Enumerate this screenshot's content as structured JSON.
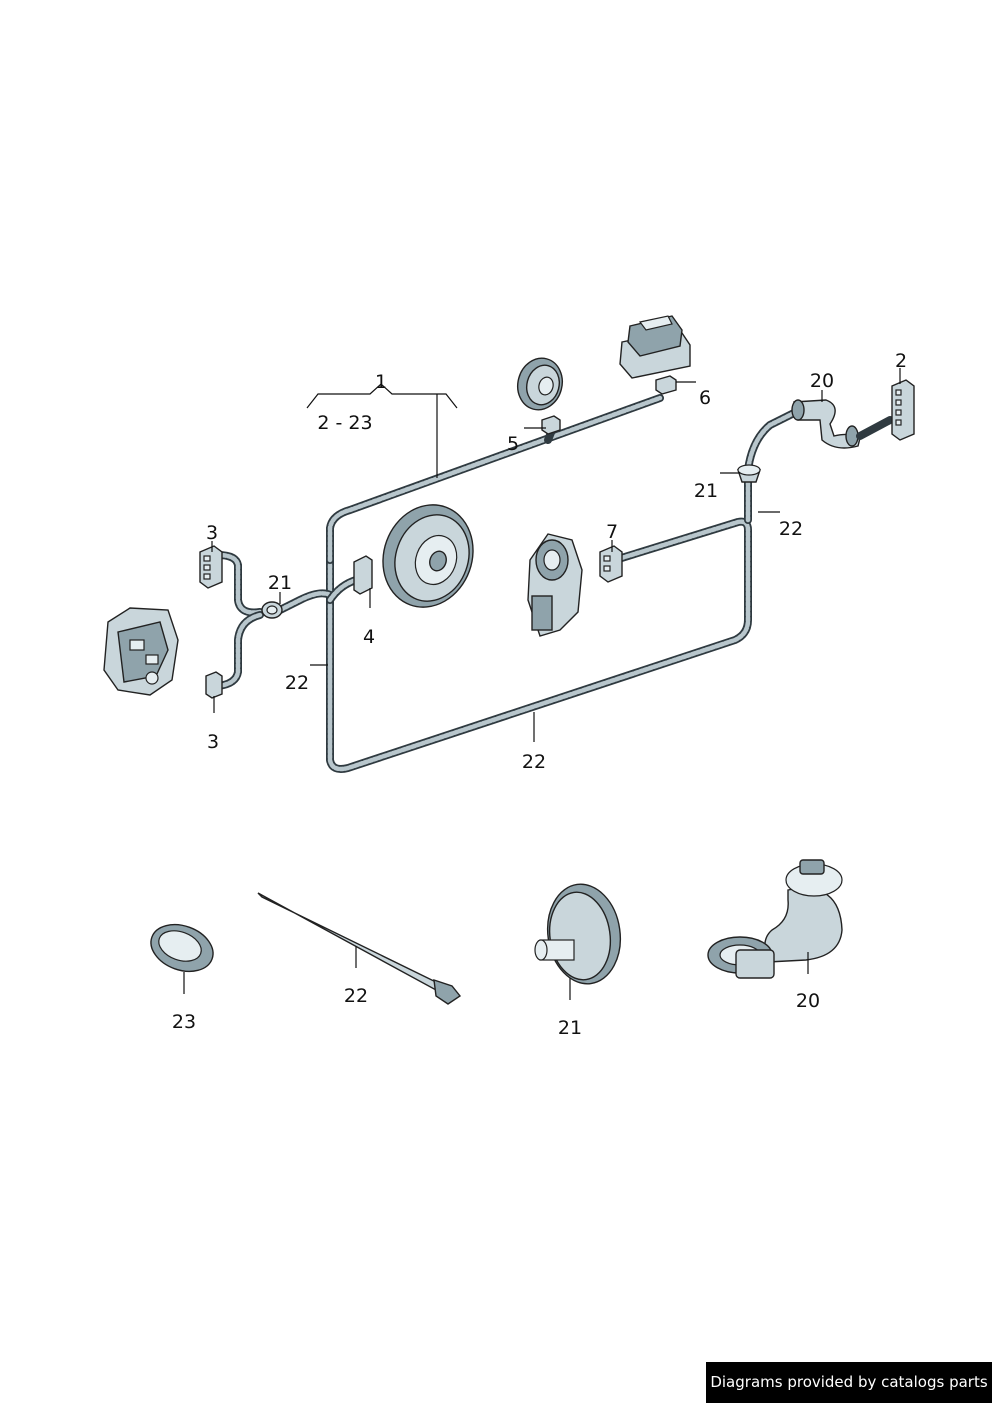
{
  "callouts": {
    "c1": "1",
    "c1_range": "2 - 23",
    "c2": "2",
    "c3_top": "3",
    "c3_bottom": "3",
    "c4": "4",
    "c5": "5",
    "c6": "6",
    "c7": "7",
    "c20_top": "20",
    "c21_left": "21",
    "c21_right": "21",
    "c22_left": "22",
    "c22_right": "22",
    "c22_bottom": "22",
    "c20_loose": "20",
    "c21_loose": "21",
    "c22_loose": "22",
    "c23_loose": "23"
  },
  "footer": {
    "text": "Diagrams provided by catalogs parts"
  }
}
